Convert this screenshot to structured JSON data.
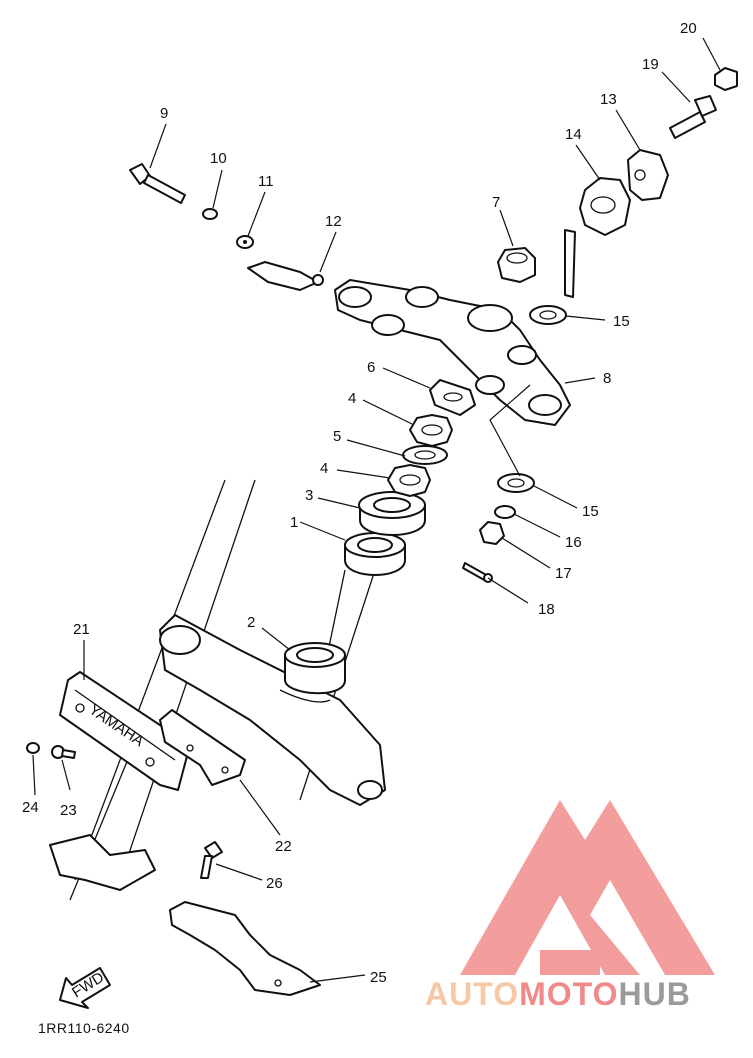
{
  "diagram": {
    "callouts": {
      "c1": "1",
      "c2": "2",
      "c3": "3",
      "c4a": "4",
      "c4b": "4",
      "c5": "5",
      "c6": "6",
      "c7": "7",
      "c8": "8",
      "c9": "9",
      "c10": "10",
      "c11": "11",
      "c12": "12",
      "c13": "13",
      "c14": "14",
      "c15a": "15",
      "c15b": "15",
      "c16": "16",
      "c17": "17",
      "c18": "18",
      "c19": "19",
      "c20": "20",
      "c21": "21",
      "c22": "22",
      "c23": "23",
      "c24": "24",
      "c25": "25",
      "c26": "26"
    },
    "emblem_text": "YAMAHA",
    "fwd_label": "FWD",
    "diagram_code": "1RR110-6240"
  },
  "watermark": {
    "brand_part1": "AUTO",
    "brand_part2": "MOTO",
    "brand_part3": "HUB",
    "colors": {
      "auto": "#f7c8a6",
      "moto": "#f08a8a",
      "hub": "#9a9a9a",
      "logo": "#f07c7c"
    }
  }
}
